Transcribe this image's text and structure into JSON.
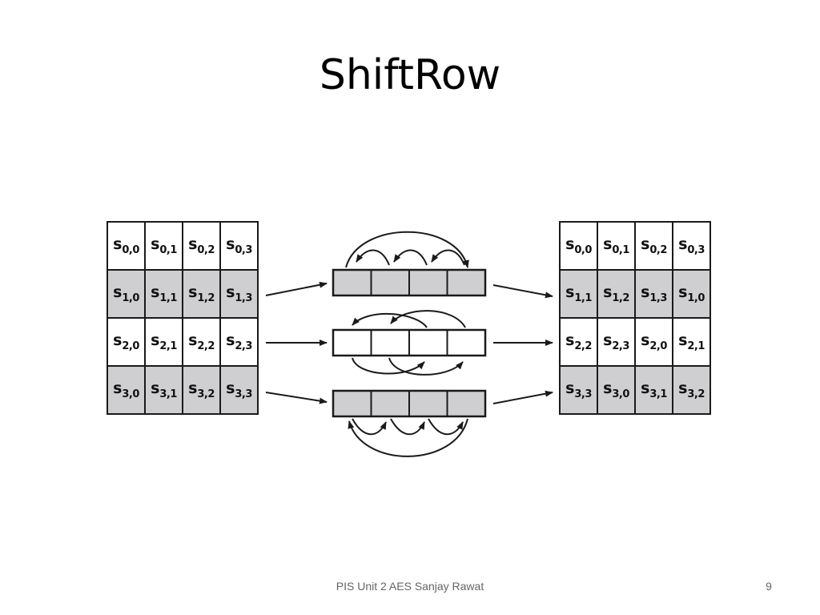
{
  "slide": {
    "title": "ShiftRow",
    "footer": "PIS Unit 2 AES Sanjay Rawat",
    "page_number": "9"
  },
  "diagram": {
    "input_state": [
      [
        [
          "0",
          "0"
        ],
        [
          "0",
          "1"
        ],
        [
          "0",
          "2"
        ],
        [
          "0",
          "3"
        ]
      ],
      [
        [
          "1",
          "0"
        ],
        [
          "1",
          "1"
        ],
        [
          "1",
          "2"
        ],
        [
          "1",
          "3"
        ]
      ],
      [
        [
          "2",
          "0"
        ],
        [
          "2",
          "1"
        ],
        [
          "2",
          "2"
        ],
        [
          "2",
          "3"
        ]
      ],
      [
        [
          "3",
          "0"
        ],
        [
          "3",
          "1"
        ],
        [
          "3",
          "2"
        ],
        [
          "3",
          "3"
        ]
      ]
    ],
    "output_state": [
      [
        [
          "0",
          "0"
        ],
        [
          "0",
          "1"
        ],
        [
          "0",
          "2"
        ],
        [
          "0",
          "3"
        ]
      ],
      [
        [
          "1",
          "1"
        ],
        [
          "1",
          "2"
        ],
        [
          "1",
          "3"
        ],
        [
          "1",
          "0"
        ]
      ],
      [
        [
          "2",
          "2"
        ],
        [
          "2",
          "3"
        ],
        [
          "2",
          "0"
        ],
        [
          "2",
          "1"
        ]
      ],
      [
        [
          "3",
          "3"
        ],
        [
          "3",
          "0"
        ],
        [
          "3",
          "1"
        ],
        [
          "3",
          "2"
        ]
      ]
    ],
    "cell_symbol": "s",
    "shaded_rows": [
      1,
      3
    ],
    "colors": {
      "shade": "#cfcfd1",
      "line": "#1a1a1a"
    }
  }
}
